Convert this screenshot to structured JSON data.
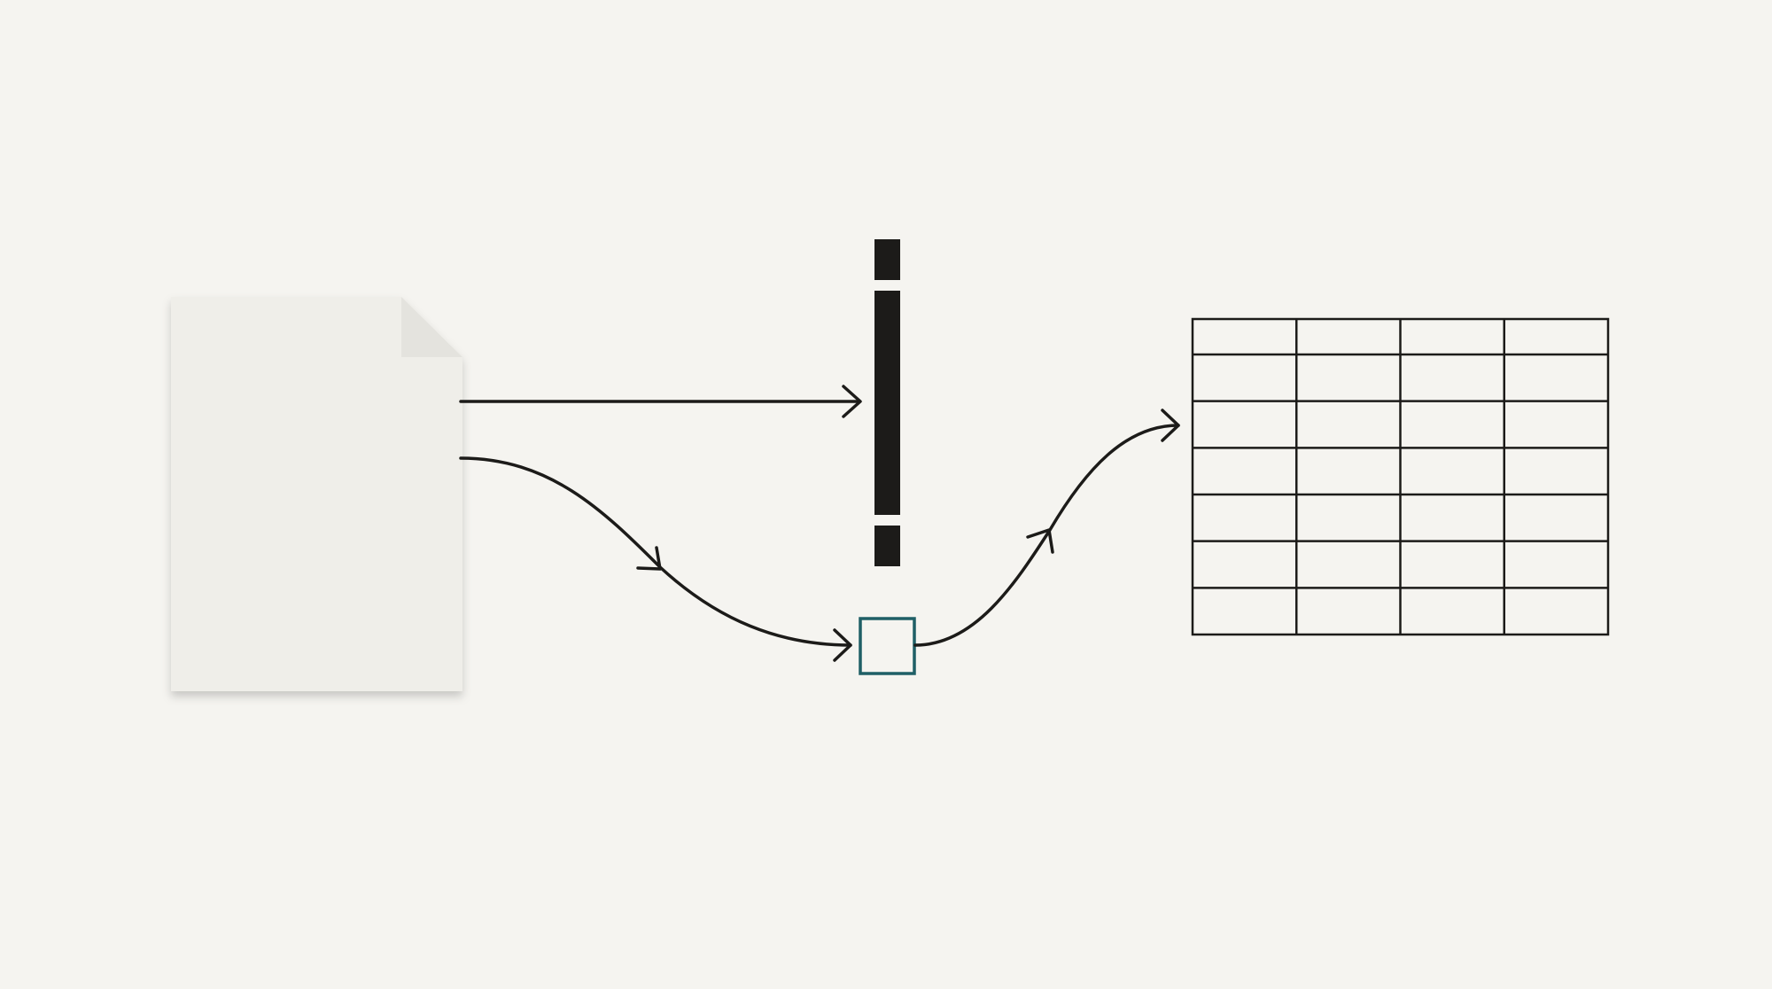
{
  "diagram": {
    "colors": {
      "background": "#f5f4f0",
      "paper": "#efeee9",
      "paper_fold": "#e4e3de",
      "ink": "#1c1b19",
      "accent_box": "#1f5f66"
    },
    "nodes": {
      "document": {
        "icon": "document-icon"
      },
      "barrier": {
        "icon": "barrier-icon",
        "segments": 3
      },
      "checkpoint": {
        "icon": "square-box-icon"
      },
      "table": {
        "icon": "table-grid-icon",
        "rows": 7,
        "columns": 4
      }
    },
    "edges": [
      {
        "from": "document",
        "to": "barrier",
        "style": "straight"
      },
      {
        "from": "document",
        "to": "checkpoint",
        "style": "curved"
      },
      {
        "from": "checkpoint",
        "to": "table",
        "style": "curved"
      }
    ]
  }
}
